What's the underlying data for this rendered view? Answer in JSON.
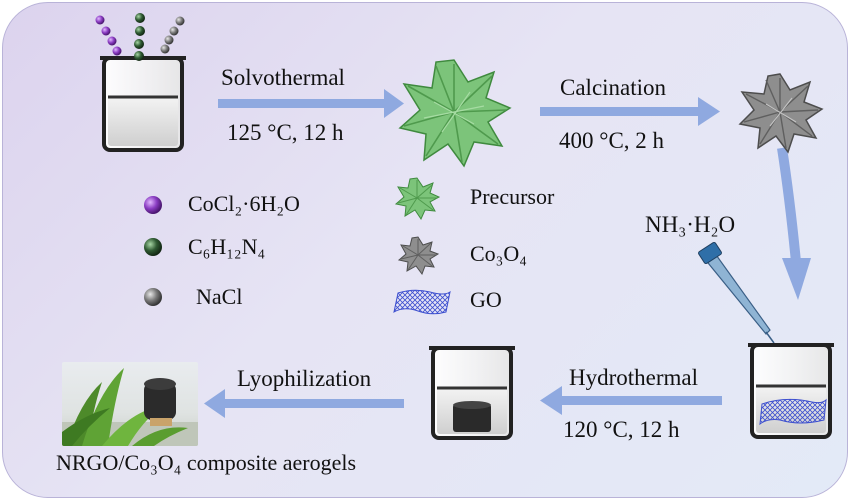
{
  "steps": {
    "solvothermal": "Solvothermal",
    "solvothermal_cond": "125 °C, 12 h",
    "calcination": "Calcination",
    "calcination_cond": "400 °C, 2 h",
    "reagent": "NH₃·H₂O",
    "hydrothermal": "Hydrothermal",
    "hydrothermal_cond": "120 °C, 12 h",
    "lyophilization": "Lyophilization"
  },
  "legend": {
    "cocl2": "CoCl₂·6H₂O",
    "hmta": "C₆H₁₂N₄",
    "nacl": "NaCl",
    "precursor": "Precursor",
    "co3o4": "Co₃O₄",
    "go": "GO"
  },
  "product": "NRGO/Co₃O₄ composite aerogels",
  "colors": {
    "arrow": "#8fa9e0",
    "cocl2_sphere": "#8a3cc2",
    "hmta_sphere": "#2f5a33",
    "nacl_sphere": "#6e6e6e",
    "precursor": "#7cc47a",
    "co3o4": "#8e8e8e",
    "go": "#5a6ad8"
  }
}
